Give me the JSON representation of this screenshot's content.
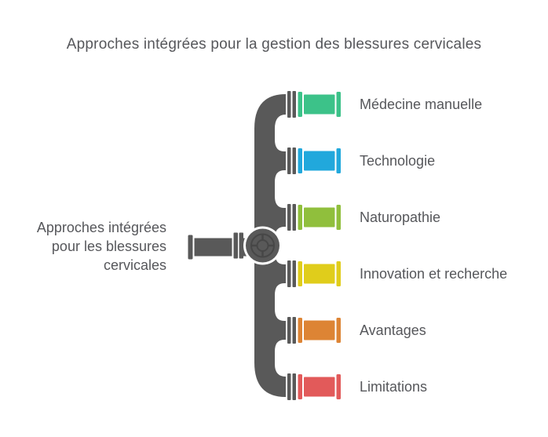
{
  "title": "Approches intégrées pour la gestion des blessures cervicales",
  "root": {
    "label": "Approches intégrées\npour les blessures\ncervicales"
  },
  "branches": [
    {
      "label": "Médecine manuelle",
      "color": "#3CC289"
    },
    {
      "label": "Technologie",
      "color": "#21A8DC"
    },
    {
      "label": "Naturopathie",
      "color": "#90BF3C"
    },
    {
      "label": "Innovation et recherche",
      "color": "#E0CD1B"
    },
    {
      "label": "Avantages",
      "color": "#DD8434"
    },
    {
      "label": "Limitations",
      "color": "#E25A5A"
    }
  ],
  "colors": {
    "pipe": "#595959",
    "pipe_detail": "#474747",
    "text": "#56575B",
    "background": "#FFFFFF"
  }
}
